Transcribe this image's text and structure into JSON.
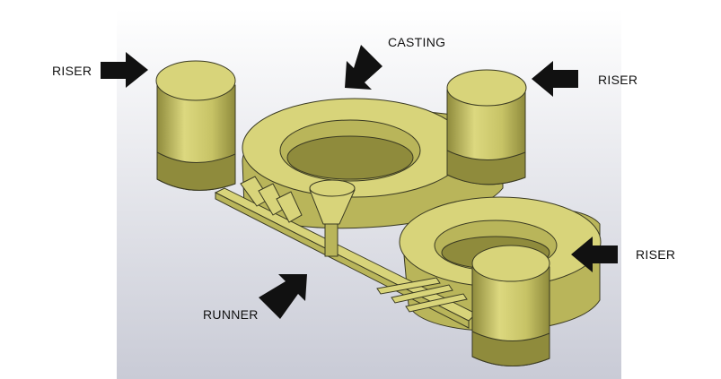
{
  "labels": {
    "riser_top_left": "RISER",
    "casting": "CASTING",
    "riser_top_right": "RISER",
    "riser_right": "RISER",
    "runner": "RUNNER"
  },
  "colors": {
    "part_face": "#d8d47a",
    "part_side": "#b9b55a",
    "part_dark": "#8f8b3c",
    "outline": "#3a3a22",
    "arrow": "#111111",
    "background_grad_top": "#ffffff",
    "background_grad_bottom": "#c9cbd6"
  }
}
